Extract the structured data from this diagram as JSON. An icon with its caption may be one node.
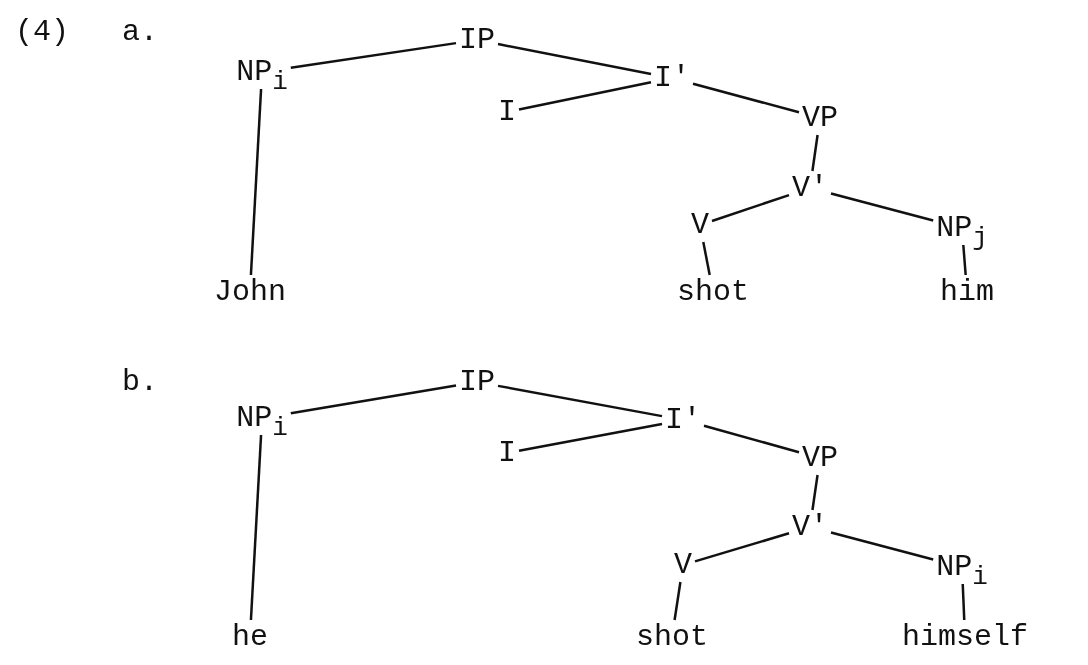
{
  "diagram": {
    "nodes": [
      {
        "text": [
          "IP"
        ]
      },
      {
        "text": [
          "NP$_{i}$"
        ]
      },
      {
        "text": [
          "I'"
        ]
      },
      {
        "text": [
          "I"
        ]
      },
      {
        "text": [
          "VP"
        ]
      },
      {
        "text": [
          "V'"
        ]
      },
      {
        "text": [
          "V"
        ]
      },
      {
        "text": [
          "NP$_{j}$"
        ]
      },
      {
        "text": [
          "John"
        ]
      },
      {
        "text": [
          "shot"
        ]
      },
      {
        "text": [
          "him"
        ]
      },
      {
        "text": [
          "IP"
        ]
      },
      {
        "text": [
          "NP$_{i}$"
        ]
      },
      {
        "text": [
          "I'"
        ]
      },
      {
        "text": [
          "I"
        ]
      },
      {
        "text": [
          "VP"
        ]
      },
      {
        "text": [
          "V'"
        ]
      },
      {
        "text": [
          "V"
        ]
      },
      {
        "text": [
          "NP$_{i}$"
        ]
      },
      {
        "text": [
          "he"
        ]
      },
      {
        "text": [
          "shot"
        ]
      },
      {
        "text": [
          "himself"
        ]
      }
    ],
    "edges": [
      {
        "from": 0,
        "to": 1,
        "arrow": "none"
      },
      {
        "from": 0,
        "to": 2,
        "arrow": "none"
      },
      {
        "from": 2,
        "to": 3,
        "arrow": "none"
      },
      {
        "from": 2,
        "to": 4,
        "arrow": "none"
      },
      {
        "from": 4,
        "to": 5,
        "arrow": "none"
      },
      {
        "from": 5,
        "to": 6,
        "arrow": "none"
      },
      {
        "from": 5,
        "to": 7,
        "arrow": "none"
      },
      {
        "from": 1,
        "to": 8,
        "arrow": "none"
      },
      {
        "from": 6,
        "to": 9,
        "arrow": "none"
      },
      {
        "from": 7,
        "to": 10,
        "arrow": "none"
      },
      {
        "from": 11,
        "to": 12,
        "arrow": "none"
      },
      {
        "from": 11,
        "to": 13,
        "arrow": "none"
      },
      {
        "from": 13,
        "to": 14,
        "arrow": "none"
      },
      {
        "from": 13,
        "to": 15,
        "arrow": "none"
      },
      {
        "from": 15,
        "to": 16,
        "arrow": "none"
      },
      {
        "from": 16,
        "to": 17,
        "arrow": "none"
      },
      {
        "from": 16,
        "to": 18,
        "arrow": "none"
      },
      {
        "from": 12,
        "to": 19,
        "arrow": "none"
      },
      {
        "from": 17,
        "to": 20,
        "arrow": "none"
      },
      {
        "from": 18,
        "to": 21,
        "arrow": "none"
      }
    ],
    "labels": [
      "(4)",
      "a.",
      "b."
    ]
  }
}
